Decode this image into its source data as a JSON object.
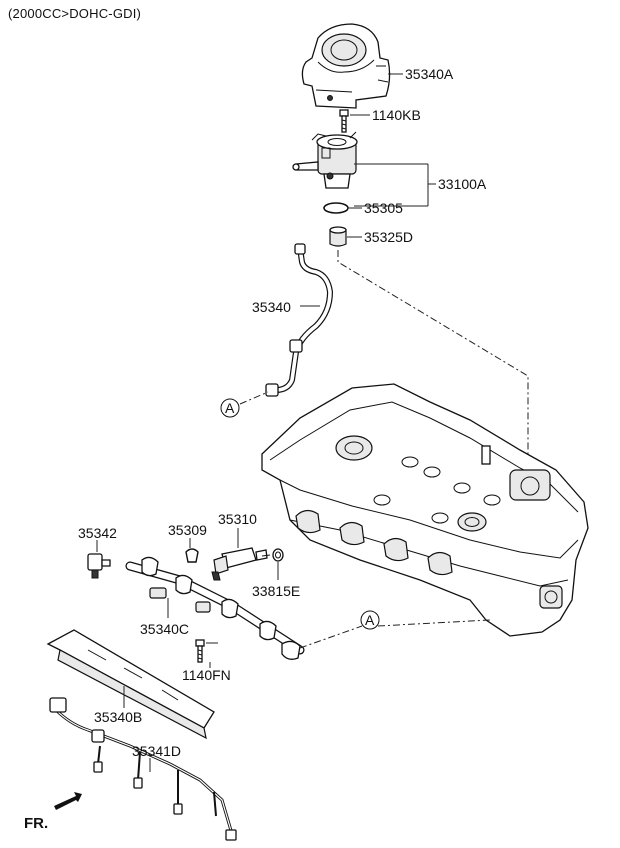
{
  "header": {
    "engine_spec": "(2000CC>DOHC-GDI)"
  },
  "parts": {
    "p35340A": "35340A",
    "p1140KB": "1140KB",
    "p33100A": "33100A",
    "p35305": "35305",
    "p35325D": "35325D",
    "p35340": "35340",
    "p35342": "35342",
    "p35309": "35309",
    "p35310": "35310",
    "p33815E": "33815E",
    "p35340C": "35340C",
    "p1140FN": "1140FN",
    "p35340B": "35340B",
    "p35341D": "35341D"
  },
  "callouts": {
    "ref_a_left": "A",
    "ref_a_right": "A"
  },
  "orientation": {
    "front_label": "FR."
  }
}
